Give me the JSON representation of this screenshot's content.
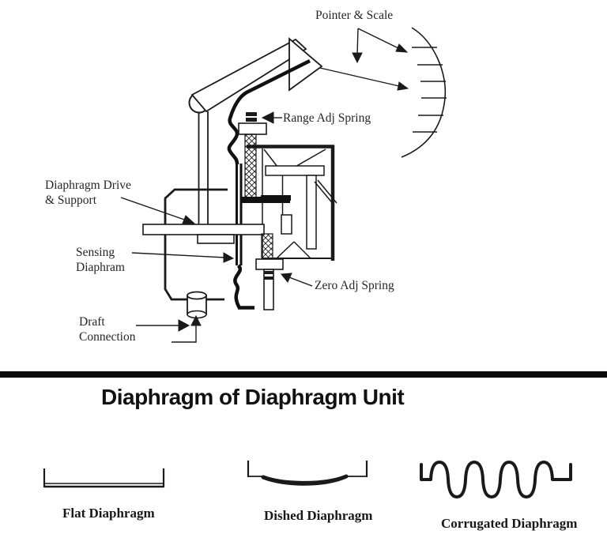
{
  "colors": {
    "ink": "#1a1a1a",
    "label_text": "#262626",
    "divider": "#0b0b0b"
  },
  "main_diagram": {
    "labels": {
      "pointer_scale": "Pointer & Scale",
      "range_adj_spring": "Range Adj Spring",
      "diaphragm_drive_l1": "Diaphragm Drive",
      "diaphragm_drive_l2": "& Support",
      "sensing_l1": "Sensing",
      "sensing_l2": "Diaphram",
      "zero_adj_spring": "Zero Adj Spring",
      "draft_l1": "Draft",
      "draft_l2": "Connection"
    },
    "scale_tick_count": 6
  },
  "section": {
    "title": "Diaphragm of Diaphragm Unit"
  },
  "diaphragm_types": [
    {
      "id": "flat",
      "label": "Flat Diaphragm"
    },
    {
      "id": "dished",
      "label": "Dished Diaphragm"
    },
    {
      "id": "corrugated",
      "label": "Corrugated Diaphragm"
    }
  ]
}
